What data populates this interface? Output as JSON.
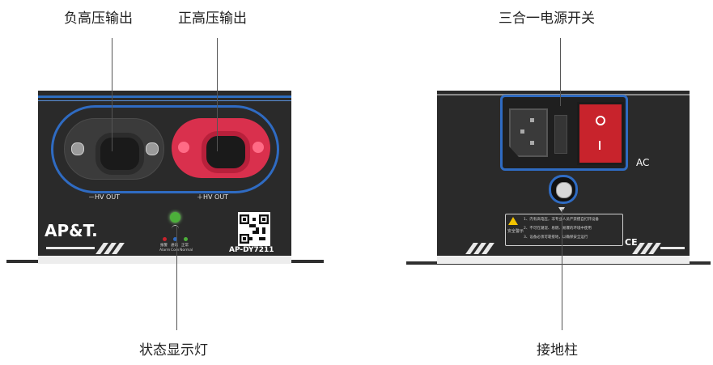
{
  "callouts": {
    "neg_output": "负高压输出",
    "pos_output": "正高压输出",
    "power_switch": "三合一电源开关",
    "status_light": "状态显示灯",
    "ground_post": "接地柱"
  },
  "front_panel": {
    "neg_label": "－HV OUT",
    "pos_label": "＋HV OUT",
    "brand": "AP&T.",
    "model": "AP-DY7211",
    "led_labels": [
      "报警",
      "通讯",
      "正常"
    ],
    "led_labels_en": [
      "Alarm",
      "Com",
      "Normal"
    ]
  },
  "rear_panel": {
    "ac_label": "AC",
    "warning_title": "安全警示",
    "warning_items": [
      "1、内有高电压，非专业人员严禁擅自打开设备",
      "2、不可在潮湿、易燃、易爆的环境中使用",
      "3、设备必须可靠接地，以确保安全运行"
    ],
    "ce_mark": "CE"
  },
  "colors": {
    "accent_blue": "#2f6bc2",
    "pos_terminal": "#d9304d",
    "neg_terminal": "#3a3a3a",
    "rocker": "#c8232c",
    "led_green": "#4caf3a"
  }
}
